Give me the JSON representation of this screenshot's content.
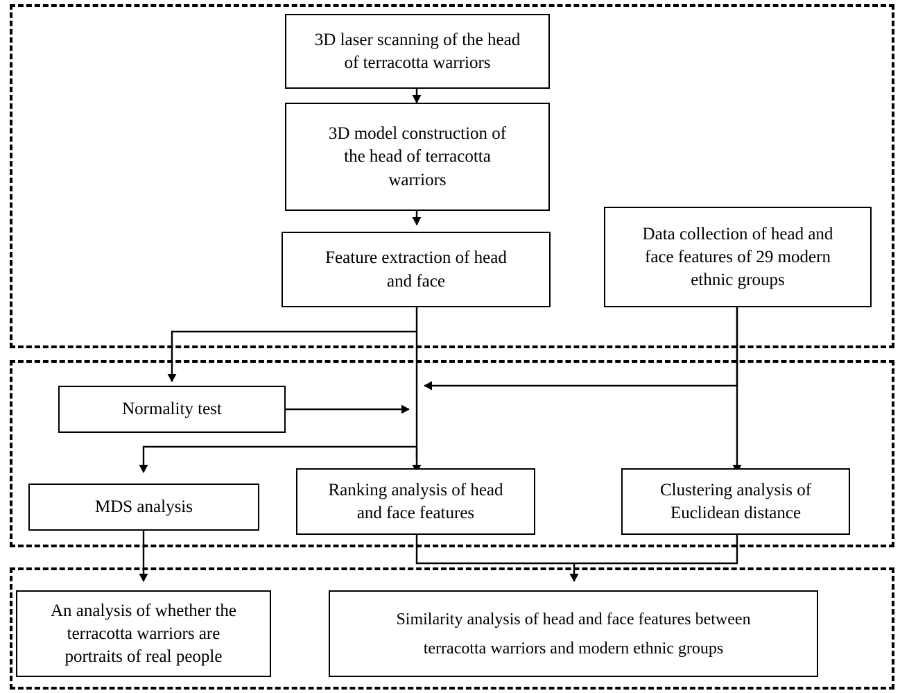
{
  "diagram": {
    "title": "Research workflow for terracotta warrior head and face feature analysis",
    "type": "flowchart",
    "style": {
      "line_color": "#000000",
      "box_fill": "#ffffff",
      "box_border": "#000000",
      "panel_border_style": "dashed",
      "background": "#ffffff"
    },
    "panels": [
      {
        "id": "panel-data-acquisition",
        "label": ""
      },
      {
        "id": "panel-analysis",
        "label": ""
      },
      {
        "id": "panel-conclusions",
        "label": ""
      }
    ],
    "nodes": [
      {
        "id": "scan",
        "text": "3D laser scanning of the head\nof terracotta warriors"
      },
      {
        "id": "model",
        "text": "3D model construction of\nthe head of terracotta\nwarriors"
      },
      {
        "id": "feature",
        "text": "Feature extraction of head\nand face"
      },
      {
        "id": "datacoll",
        "text": "Data collection of head and\nface features of 29 modern\nethnic groups"
      },
      {
        "id": "normality",
        "text": "Normality test"
      },
      {
        "id": "mds",
        "text": "MDS analysis"
      },
      {
        "id": "ranking",
        "text": "Ranking analysis of head\nand face features"
      },
      {
        "id": "clustering",
        "text": "Clustering analysis of\nEuclidean distance"
      },
      {
        "id": "portraits",
        "text": "An analysis of whether the\nterracotta warriors are\nportraits of real people"
      },
      {
        "id": "similarity",
        "text": "Similarity analysis of head and face features between\nterracotta warriors and modern ethnic groups"
      }
    ],
    "edges": [
      {
        "from": "scan",
        "to": "model",
        "arrow": "down"
      },
      {
        "from": "model",
        "to": "feature",
        "arrow": "down"
      },
      {
        "from": "feature",
        "to": "normality",
        "arrow": "down"
      },
      {
        "from": "feature",
        "to": "ranking",
        "arrow": "down"
      },
      {
        "from": "feature",
        "to": "mds",
        "arrow": "down"
      },
      {
        "from": "datacoll",
        "to": "junction",
        "arrow": "left"
      },
      {
        "from": "datacoll",
        "to": "clustering",
        "arrow": "down"
      },
      {
        "from": "normality",
        "to": "junction",
        "arrow": "right"
      },
      {
        "from": "mds",
        "to": "portraits",
        "arrow": "down"
      },
      {
        "from": "ranking",
        "to": "similarity",
        "arrow": "down"
      },
      {
        "from": "clustering",
        "to": "similarity",
        "arrow": "down"
      }
    ]
  }
}
